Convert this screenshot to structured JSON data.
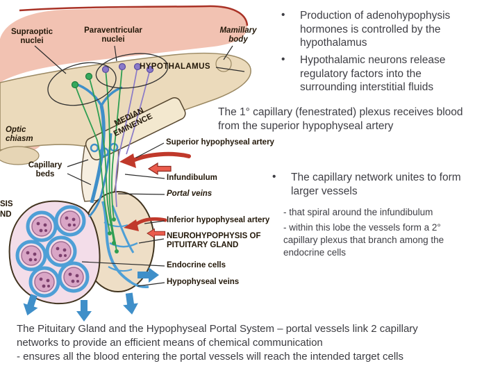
{
  "colors": {
    "tissue_pink": "#f2c2b2",
    "tissue_tan": "#ebdabb",
    "vessel_blue": "#3f8fc9",
    "artery_red": "#c0392b",
    "neuron_green": "#2e9e52",
    "neuron_purple": "#8a7ac8",
    "endocrine_pink": "#d9a6c6",
    "text_dark": "#3e3e44"
  },
  "diagram": {
    "labels": {
      "supraoptic_nuclei": "Supraoptic nuclei",
      "paraventricular_nuclei": "Paraventricular nuclei",
      "mamillary_body": "Mamillary body",
      "hypothalamus": "HYPOTHALAMUS",
      "median_eminence": "MEDIAN EMINENCE",
      "optic_chiasm": "Optic chiasm",
      "superior_hypophyseal_artery": "Superior hypophyseal artery",
      "capillary_beds": "Capillary beds",
      "infundibulum": "Infundibulum",
      "portal_veins": "Portal veins",
      "adenohypophysis_cutoff_1": "SIS",
      "adenohypophysis_cutoff_2": "ND",
      "inferior_hypophyseal_artery": "Inferior hypophyseal artery",
      "neurohypophysis_of_pituitary_gland": "NEUROHYPOPHYSIS OF PITUITARY GLAND",
      "endocrine_cells": "Endocrine cells",
      "hypophyseal_veins": "Hypophyseal veins"
    }
  },
  "right_panel": {
    "bullets": [
      "Production of adenohypophysis hormones is controlled by the hypothalamus",
      "Hypothalamic neurons release regulatory factors into the surrounding interstitial fluids"
    ],
    "note": "The 1° capillary (fenestrated) plexus receives blood from the superior hypophyseal artery",
    "capillary_bullet": "The capillary network unites to form larger vessels",
    "sub_points": [
      "- that spiral around the infundibulum",
      "- within this lobe the vessels form a 2° capillary plexus that branch among the endocrine cells"
    ]
  },
  "footer": {
    "line1": "The Pituitary Gland and the Hypophyseal Portal System – portal vessels link 2 capillary networks to provide an efficient means of chemical communication",
    "line2": "- ensures all the blood entering the portal vessels will reach the intended target cells"
  }
}
